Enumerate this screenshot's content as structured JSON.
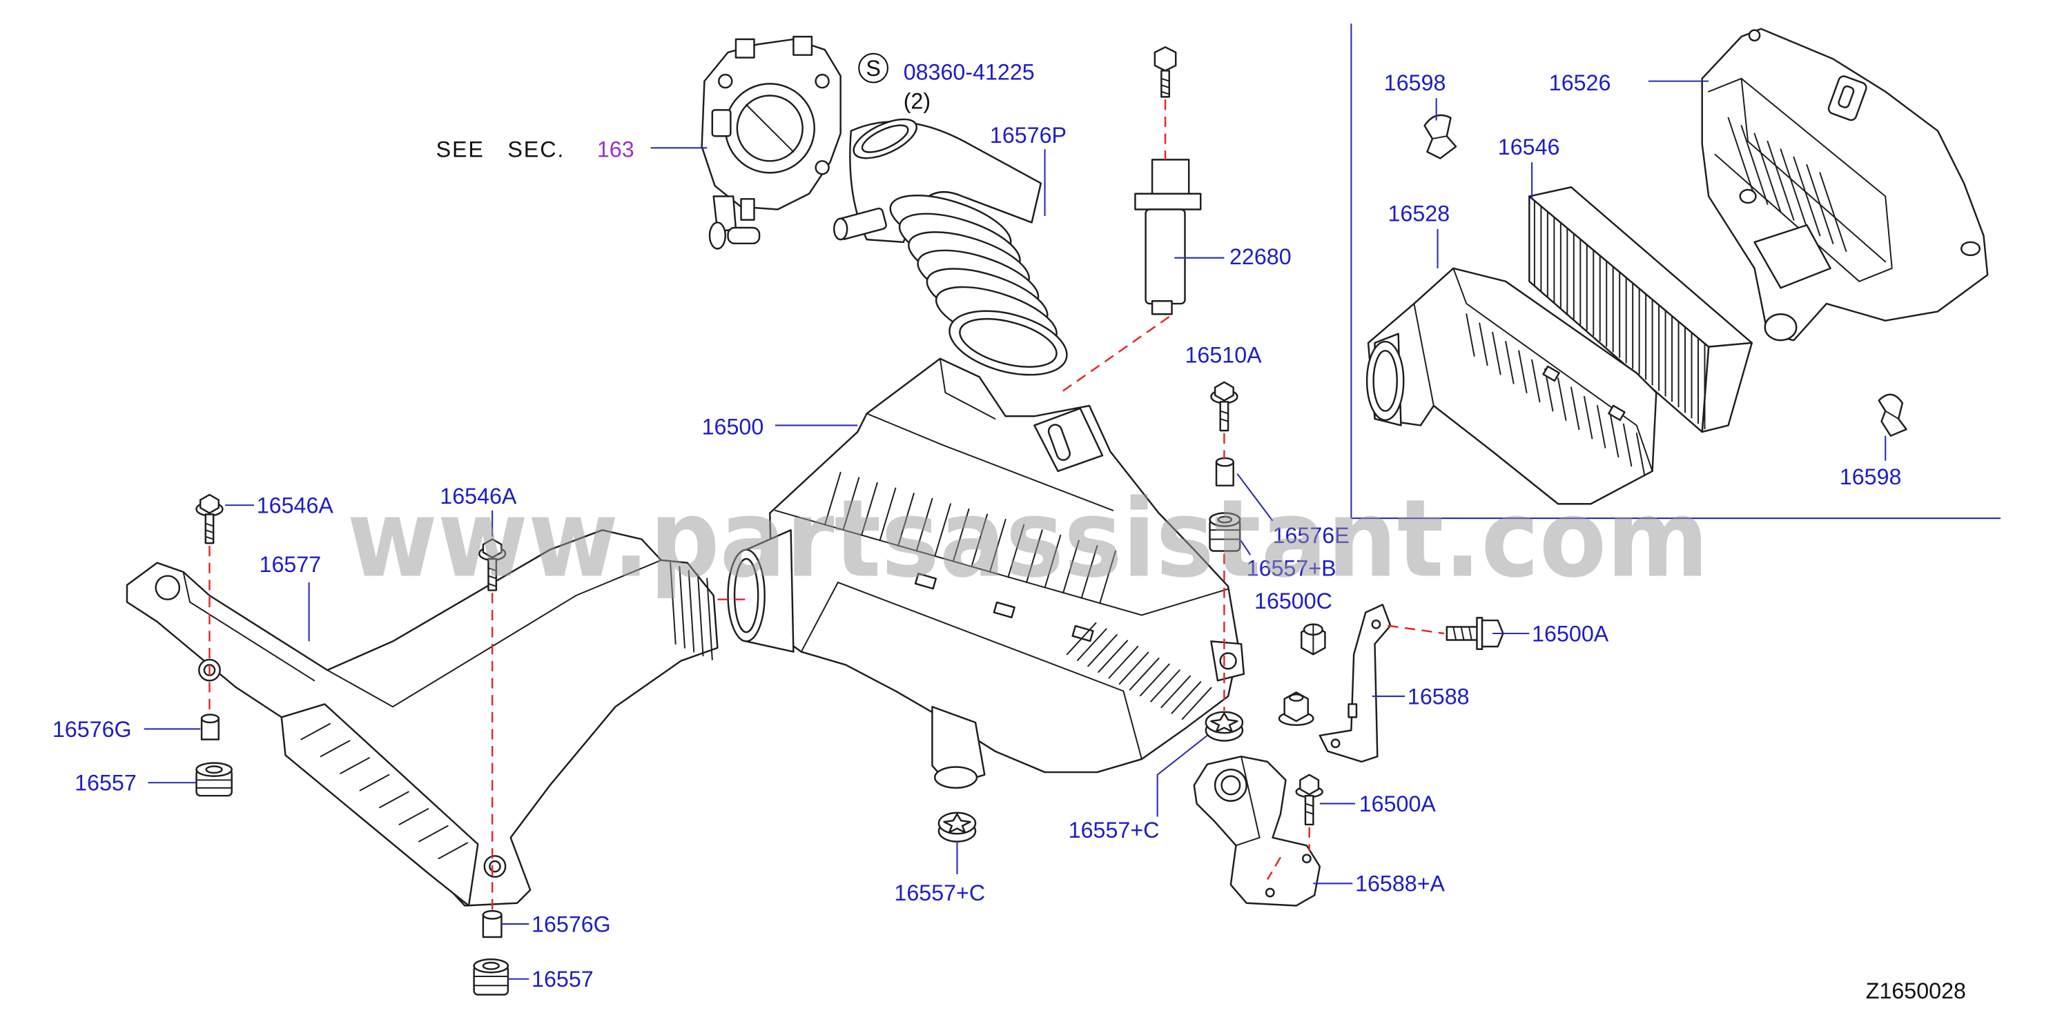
{
  "diagram_code": "Z1650028",
  "watermark": "www.partsassistant.com",
  "see_section": {
    "label": "SEE SEC.",
    "section": "163"
  },
  "standard_part": {
    "symbol": "S",
    "part_no": "08360-41225",
    "quantity": "(2)"
  },
  "callouts": [
    "16576P",
    "22680",
    "16510A",
    "16500",
    "16576E",
    "16557+B",
    "16500C",
    "16500A",
    "16588",
    "16500A",
    "16588+A",
    "16557+C",
    "16557+C",
    "16546A",
    "16546A",
    "16577",
    "16576G",
    "16557",
    "16576G",
    "16557",
    "16598",
    "16526",
    "16546",
    "16528",
    "16598"
  ],
  "colors": {
    "callout": "#1c1cc8",
    "section": "#9b30c8",
    "text": "#111111",
    "leader": "#2a2ab8",
    "guide": "#e02828",
    "art": "#1e1e1e",
    "watermark": "#9a9a9a",
    "background": "#ffffff"
  }
}
